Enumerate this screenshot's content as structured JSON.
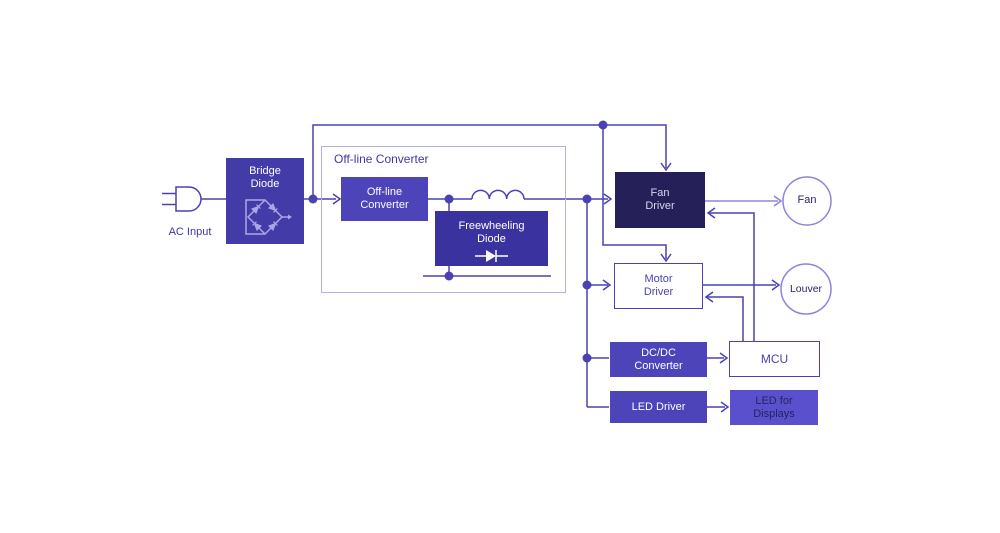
{
  "diagram": {
    "type": "block-diagram",
    "description_visible_text_only": true
  },
  "colors": {
    "background": "#FFFFFF",
    "wire": "#4A42B2",
    "wire_light": "#8B85DD",
    "junction_dot": "#4A42B2",
    "box_purple": "#4C44B8",
    "box_bridge": "#433BA7",
    "box_freewheel": "#3A329E",
    "box_navy": "#252058",
    "box_navy_text": "#D8D5F0",
    "box_led_display": "#5A50CE",
    "box_led_display_text": "#20255F",
    "outline_box_border": "#4A42B2",
    "group_border": "#B5B1DF",
    "label_indigo": "#3D35A5",
    "circle_border": "#8B85DD",
    "circle_text": "#2B2566"
  },
  "nodes": {
    "ac_input": {
      "label": "AC Input"
    },
    "bridge_diode": {
      "label": "Bridge\nDiode"
    },
    "offline_group": {
      "label": "Off-line Converter"
    },
    "offline_converter": {
      "label": "Off-line\nConverter"
    },
    "freewheeling_diode": {
      "label": "Freewheeling\nDiode"
    },
    "fan_driver": {
      "label": "Fan\nDriver"
    },
    "motor_driver": {
      "label": "Motor\nDriver"
    },
    "dcdc_converter": {
      "label": "DC/DC\nConverter"
    },
    "mcu": {
      "label": "MCU"
    },
    "led_driver": {
      "label": "LED Driver"
    },
    "led_displays": {
      "label": "LED for\nDisplays"
    },
    "fan": {
      "label": "Fan"
    },
    "louver": {
      "label": "Louver"
    }
  },
  "edges": [
    {
      "from": "ac-input",
      "to": "bridge-diode",
      "arrow": false
    },
    {
      "from": "bridge-diode",
      "to": "offline-converter",
      "arrow": true
    },
    {
      "from": "bridge-diode",
      "to": "fan-driver",
      "via": "top-bus",
      "arrow": true
    },
    {
      "from": "bridge-diode",
      "to": "motor-driver",
      "via": "top-bus",
      "arrow": true
    },
    {
      "from": "offline-converter",
      "to": "freewheeling-diode",
      "arrow": false
    },
    {
      "from": "offline-converter",
      "to": "fan-driver",
      "arrow": true
    },
    {
      "from": "offline-converter",
      "to": "motor-driver",
      "arrow": true
    },
    {
      "from": "offline-converter",
      "to": "dcdc-converter",
      "arrow": false
    },
    {
      "from": "offline-converter",
      "to": "led-driver",
      "arrow": false
    },
    {
      "from": "dcdc-converter",
      "to": "mcu",
      "arrow": true
    },
    {
      "from": "led-driver",
      "to": "led-for-displays",
      "arrow": true
    },
    {
      "from": "fan-driver",
      "to": "fan",
      "arrow": true,
      "style": "light"
    },
    {
      "from": "motor-driver",
      "to": "louver",
      "arrow": true
    },
    {
      "from": "mcu",
      "to": "fan-driver",
      "arrow": true
    },
    {
      "from": "mcu",
      "to": "motor-driver",
      "arrow": true
    }
  ]
}
